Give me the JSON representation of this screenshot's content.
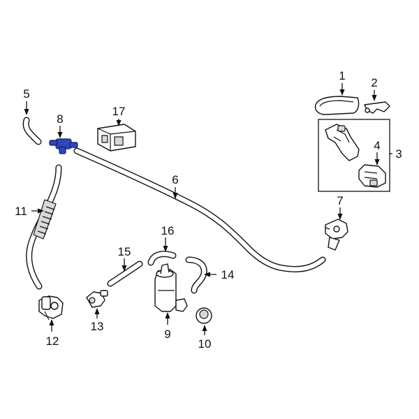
{
  "diagram": {
    "accent_color": "#2f49b6",
    "highlighted_part": "8",
    "callouts": {
      "c1": "1",
      "c2": "2",
      "c3": "3",
      "c4": "4",
      "c5": "5",
      "c6": "6",
      "c7": "7",
      "c8": "8",
      "c9": "9",
      "c10": "10",
      "c11": "11",
      "c12": "12",
      "c13": "13",
      "c14": "14",
      "c15": "15",
      "c16": "16",
      "c17": "17"
    }
  }
}
